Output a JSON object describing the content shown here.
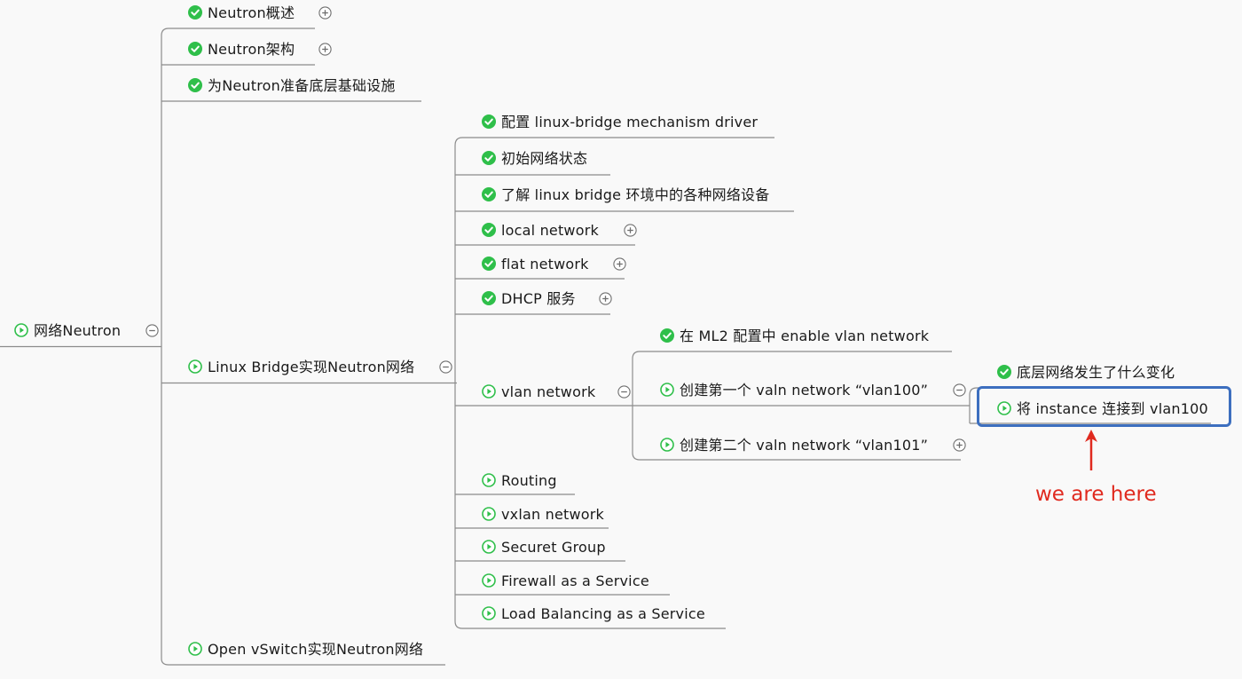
{
  "mindmap": {
    "root": {
      "label": "网络Neutron",
      "icon": "play-icon",
      "toggle": "collapse"
    },
    "level1": [
      {
        "label": "Neutron概述",
        "icon": "check-icon",
        "toggle": "expand"
      },
      {
        "label": "Neutron架构",
        "icon": "check-icon",
        "toggle": "expand"
      },
      {
        "label": "为Neutron准备底层基础设施",
        "icon": "check-icon"
      },
      {
        "label": "Linux Bridge实现Neutron网络",
        "icon": "play-icon",
        "toggle": "collapse"
      },
      {
        "label": "Open vSwitch实现Neutron网络",
        "icon": "play-icon"
      }
    ],
    "linux_bridge_children": [
      {
        "label": "配置 linux-bridge mechanism driver",
        "icon": "check-icon"
      },
      {
        "label": "初始网络状态",
        "icon": "check-icon"
      },
      {
        "label": "了解 linux bridge 环境中的各种网络设备",
        "icon": "check-icon"
      },
      {
        "label": "local network",
        "icon": "check-icon",
        "toggle": "expand"
      },
      {
        "label": "flat network",
        "icon": "check-icon",
        "toggle": "expand"
      },
      {
        "label": "DHCP 服务",
        "icon": "check-icon",
        "toggle": "expand"
      },
      {
        "label": "vlan network",
        "icon": "play-icon",
        "toggle": "collapse"
      },
      {
        "label": "Routing",
        "icon": "play-icon"
      },
      {
        "label": "vxlan network",
        "icon": "play-icon"
      },
      {
        "label": "Securet Group",
        "icon": "play-icon"
      },
      {
        "label": "Firewall as a Service",
        "icon": "play-icon"
      },
      {
        "label": "Load Balancing as a Service",
        "icon": "play-icon"
      }
    ],
    "vlan_children": [
      {
        "label": "在 ML2 配置中 enable vlan network",
        "icon": "check-icon"
      },
      {
        "label": "创建第一个 valn network “vlan100”",
        "icon": "play-icon",
        "toggle": "collapse"
      },
      {
        "label": "创建第二个 valn network “vlan101”",
        "icon": "play-icon",
        "toggle": "expand"
      }
    ],
    "vlan100_children": [
      {
        "label": "底层网络发生了什么变化",
        "icon": "check-icon"
      },
      {
        "label": "将 instance 连接到 vlan100",
        "icon": "play-icon"
      }
    ]
  },
  "annotation": {
    "text": "we are here"
  },
  "colors": {
    "check": "#2fbf4a",
    "play": "#2fbf4a",
    "line": "#8c8c8c",
    "toggle": "#6f6f6f",
    "highlight": "#3d6fbf",
    "annotation": "#e02a1f"
  }
}
